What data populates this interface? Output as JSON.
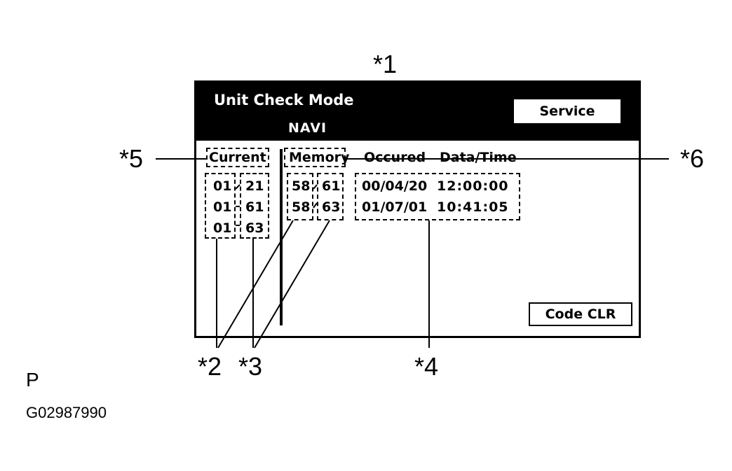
{
  "screen": {
    "title": "Unit Check Mode",
    "subtitle": "NAVI",
    "service_label": "Service",
    "code_clr_label": "Code CLR",
    "columns": {
      "current": "Current",
      "memory": "Memory",
      "occurred": "Occured",
      "datetime": "Data/Time"
    },
    "current_rows": [
      {
        "a": "01",
        "b": "21"
      },
      {
        "a": "01",
        "b": "61"
      },
      {
        "a": "01",
        "b": "63"
      }
    ],
    "memory_rows": [
      {
        "a": "58",
        "b": "61",
        "date": "00/04/20",
        "time": "12:00:00"
      },
      {
        "a": "58",
        "b": "63",
        "date": "01/07/01",
        "time": "10:41:05"
      }
    ]
  },
  "callouts": {
    "c1": "*1",
    "c2": "*2",
    "c3": "*3",
    "c4": "*4",
    "c5": "*5",
    "c6": "*6"
  },
  "footer": {
    "mark": "P",
    "code": "G02987990"
  }
}
